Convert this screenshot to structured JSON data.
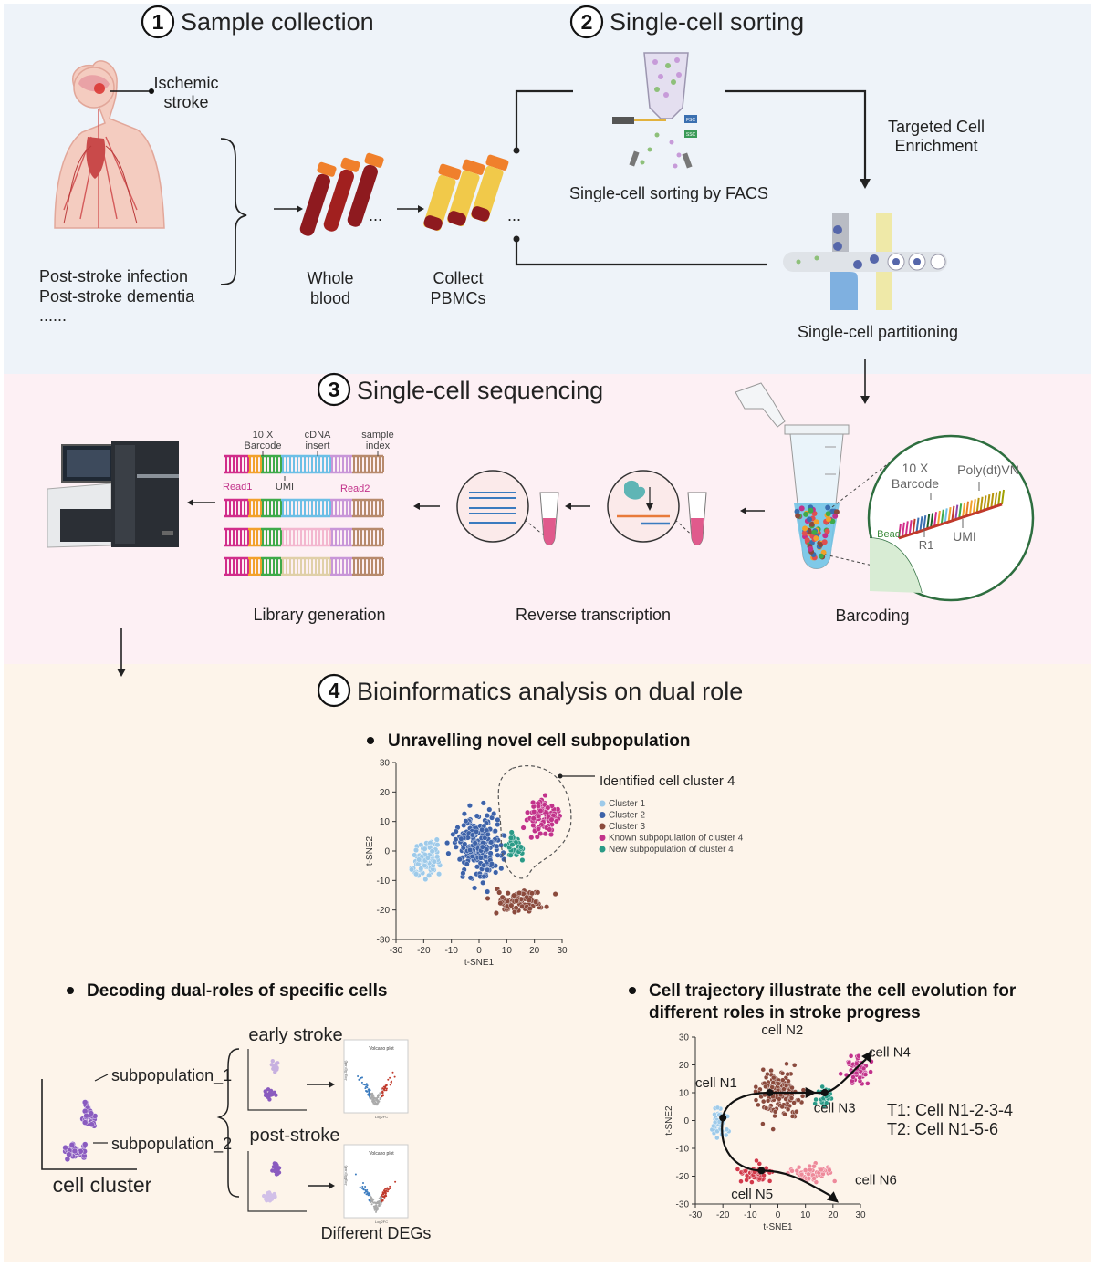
{
  "sections": {
    "s1": {
      "number": "1",
      "title": "Sample collection"
    },
    "s2": {
      "number": "2",
      "title": "Single-cell sorting"
    },
    "s3": {
      "number": "3",
      "title": "Single-cell sequencing"
    },
    "s4": {
      "number": "4",
      "title": "Bioinformatics analysis on dual role"
    }
  },
  "sample_collection": {
    "ischemic_line1": "Ischemic",
    "ischemic_line2": "stroke",
    "conditions": [
      "Post-stroke infection",
      "Post-stroke dementia",
      "......"
    ],
    "whole_blood_line1": "Whole",
    "whole_blood_line2": "blood",
    "collect_line1": "Collect",
    "collect_line2": "PBMCs",
    "ellipsis": "..."
  },
  "sorting": {
    "facs_label": "Single-cell sorting by FACS",
    "enrichment_line1": "Targeted Cell",
    "enrichment_line2": "Enrichment",
    "partitioning_label": "Single-cell partitioning",
    "fsc": "FSC",
    "ssc": "SSC"
  },
  "sequencing": {
    "library_label": "Library generation",
    "rt_label": "Reverse transcription",
    "barcoding_label": "Barcoding",
    "lib_top": {
      "barcode_line1": "10 X",
      "barcode_line2": "Barcode",
      "cdna_line1": "cDNA",
      "cdna_line2": "insert",
      "sample_line1": "sample",
      "sample_line2": "index"
    },
    "lib_read1": "Read1",
    "lib_umi": "UMI",
    "lib_read2": "Read2",
    "bead": {
      "barcode_line1": "10 X",
      "barcode_line2": "Barcode",
      "polydt": "Poly(dt)VN",
      "bead": "Bead",
      "r1": "R1",
      "umi": "UMI"
    }
  },
  "analysis": {
    "bullet1": "Unravelling novel cell subpopulation",
    "bullet2": "Decoding dual-roles of specific cells",
    "bullet3_line1": "Cell trajectory illustrate the cell evolution for",
    "bullet3_line2": "different roles in stroke progress",
    "tsne_callout": "Identified cell cluster 4",
    "dual": {
      "early": "early stroke",
      "post": "post-stroke",
      "sub1": "subpopulation_1",
      "sub2": "subpopulation_2",
      "cluster": "cell cluster",
      "degs": "Different DEGs",
      "volcano_title": "Volcano plot",
      "volcano_xlabel": "Log2FC",
      "volcano_ylabel": "-log10(p.adj)"
    },
    "trajectory": {
      "labels": {
        "n1": "cell N1",
        "n2": "cell N2",
        "n3": "cell N3",
        "n4": "cell N4",
        "n5": "cell N5",
        "n6": "cell N6"
      },
      "t1": "T1: Cell N1-2-3-4",
      "t2": "T2: Cell N1-5-6"
    }
  },
  "colors": {
    "bg_top": "#eef3f9",
    "bg_mid": "#fdf0f4",
    "bg_bottom": "#fdf4ea",
    "cluster1": "#9ecae9",
    "cluster2": "#3d62a8",
    "cluster3": "#8b4a3c",
    "known4": "#c2328a",
    "new4": "#2a9a86"
  },
  "chart_data": [
    {
      "type": "scatter",
      "title": "",
      "xlabel": "t-SNE1",
      "ylabel": "t-SNE2",
      "xlim": [
        -30,
        30
      ],
      "ylim": [
        -30,
        30
      ],
      "xticks": [
        -30,
        -20,
        -10,
        0,
        10,
        20,
        30
      ],
      "yticks": [
        30,
        20,
        10,
        0,
        -10,
        -20,
        -30
      ],
      "legend_position": "right",
      "series": [
        {
          "name": "Cluster 1",
          "center": [
            -19,
            -2
          ],
          "spread": [
            5,
            7
          ],
          "n": 80
        },
        {
          "name": "Cluster 2",
          "center": [
            0,
            2
          ],
          "spread": [
            8,
            12
          ],
          "n": 220
        },
        {
          "name": "Cluster 3",
          "center": [
            14,
            -17
          ],
          "spread": [
            9,
            4
          ],
          "n": 90
        },
        {
          "name": "Known subpopulation of  cluster 4",
          "center": [
            23,
            12
          ],
          "spread": [
            6,
            6
          ],
          "n": 90
        },
        {
          "name": "New subpopulation of cluster 4",
          "center": [
            13,
            2
          ],
          "spread": [
            3,
            5
          ],
          "n": 40
        }
      ]
    },
    {
      "type": "scatter",
      "title": "",
      "xlabel": "t-SNE1",
      "ylabel": "t-SNE2",
      "xlim": [
        -30,
        30
      ],
      "ylim": [
        -30,
        30
      ],
      "xticks": [
        -30,
        -20,
        -10,
        0,
        10,
        20,
        30
      ],
      "yticks": [
        30,
        20,
        10,
        0,
        -10,
        -20,
        -30
      ],
      "series": [
        {
          "name": "cell N1",
          "center": [
            -21,
            -1
          ],
          "spread": [
            3,
            6
          ],
          "n": 50
        },
        {
          "name": "cell N2",
          "center": [
            0,
            10
          ],
          "spread": [
            8,
            9
          ],
          "n": 170
        },
        {
          "name": "cell N3",
          "center": [
            17,
            9
          ],
          "spread": [
            3,
            4
          ],
          "n": 35
        },
        {
          "name": "cell N4",
          "center": [
            29,
            19
          ],
          "spread": [
            4,
            6
          ],
          "n": 60
        },
        {
          "name": "cell N5",
          "center": [
            -8,
            -19
          ],
          "spread": [
            6,
            3
          ],
          "n": 60
        },
        {
          "name": "cell N6",
          "center": [
            12,
            -19
          ],
          "spread": [
            8,
            3
          ],
          "n": 55
        }
      ]
    }
  ]
}
